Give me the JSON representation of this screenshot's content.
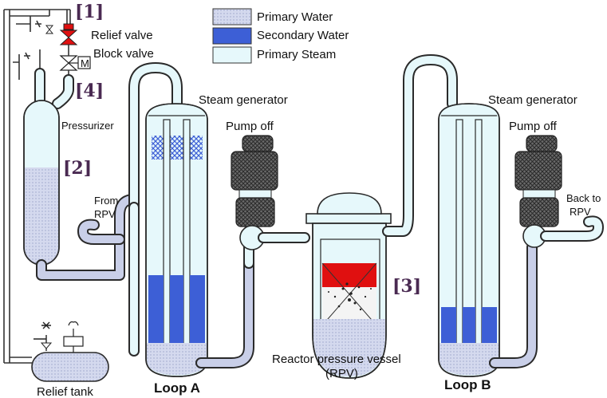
{
  "legend": {
    "items": [
      {
        "label": "Primary Water",
        "color": "#c9cfe8",
        "pattern": "dotted"
      },
      {
        "label": "Secondary Water",
        "color": "#3d5fd6",
        "pattern": "solid"
      },
      {
        "label": "Primary Steam",
        "color": "#e6f8fb",
        "pattern": "solid"
      }
    ]
  },
  "markers": {
    "m1": "[1]",
    "m2": "[2]",
    "m3": "[3]",
    "m4": "[4]"
  },
  "labels": {
    "relief_valve": "Relief valve",
    "block_valve": "Block valve",
    "motor": "M",
    "pressurizer": "Pressurizer",
    "from_rpv_1": "From",
    "from_rpv_2": "RPV",
    "back_rpv_1": "Back to",
    "back_rpv_2": "RPV",
    "steam_generator_a": "Steam generator",
    "steam_generator_b": "Steam generator",
    "pump_off_a": "Pump off",
    "pump_off_b": "Pump off",
    "rpv_1": "Reactor pressure vessel",
    "rpv_2": "(RPV)",
    "relief_tank": "Relief tank",
    "loop_a": "Loop A",
    "loop_b": "Loop B"
  },
  "colors": {
    "primary_water": "#c9cfe8",
    "secondary_water": "#3d5fd6",
    "primary_steam": "#e6f8fb",
    "core_overheated": "#e01010",
    "pump_hatch": "#555555",
    "marker_text": "#4a2a52"
  },
  "icons": [
    "relief-valve-icon",
    "block-valve-icon",
    "motor-icon",
    "pump-a-icon",
    "pump-b-icon"
  ]
}
